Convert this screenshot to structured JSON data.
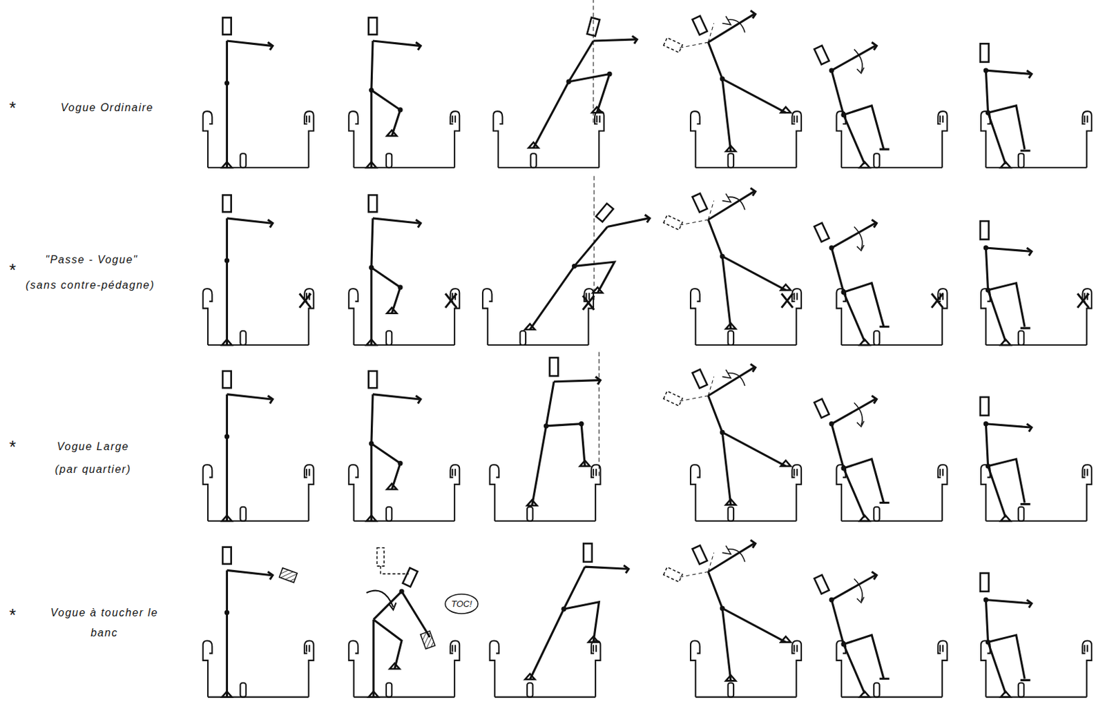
{
  "diagram": {
    "nodes": [
      {
        "text": [
          "TOC!"
        ]
      }
    ],
    "labels": [
      "*",
      "Vogue Ordinaire",
      "*",
      "\"Passe - Vogue\"",
      "(sans contre-pédagne)",
      "*",
      "Vogue Large",
      "(par quartier)",
      "*",
      "Vogue à toucher le banc"
    ]
  }
}
